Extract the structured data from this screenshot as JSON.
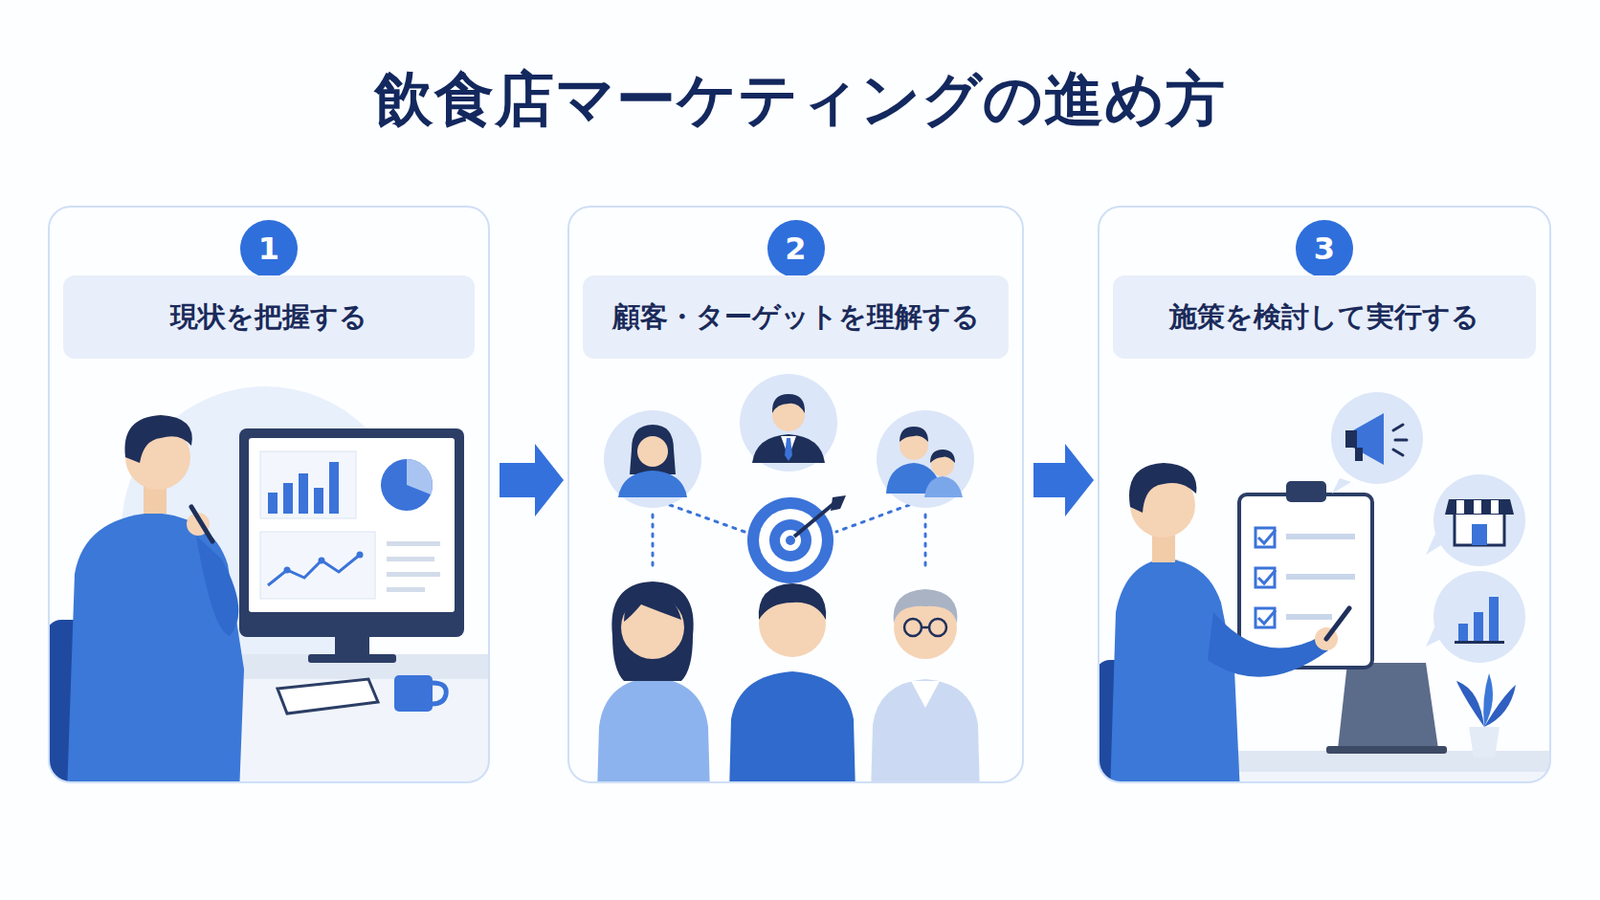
{
  "diagram": {
    "title": "飲食店マーケティングの進め方",
    "nodes": [
      {
        "text": [
          "1",
          "現状を把握する"
        ]
      },
      {
        "text": [
          "2",
          "顧客・ターゲットを理解する"
        ]
      },
      {
        "text": [
          "3",
          "施策を検討して実行する"
        ]
      }
    ],
    "edges": [
      {
        "from": 0,
        "to": 1,
        "arrow": "to"
      },
      {
        "from": 1,
        "to": 2,
        "arrow": "to"
      }
    ]
  }
}
